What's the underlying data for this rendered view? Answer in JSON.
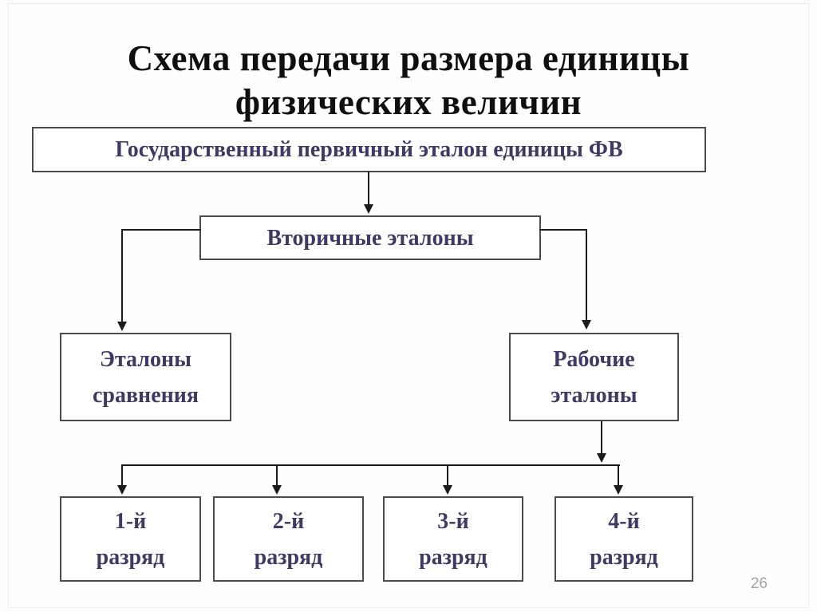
{
  "title": {
    "line1": "Схема передачи размера единицы",
    "line2": "физических величин"
  },
  "diagram": {
    "nodes": {
      "primary": {
        "label": "Государственный первичный эталон единицы ФВ"
      },
      "secondary": {
        "label": "Вторичные эталоны"
      },
      "comparison": {
        "line1": "Эталоны",
        "line2": "сравнения"
      },
      "working": {
        "line1": "Рабочие",
        "line2": "эталоны"
      },
      "rank1": {
        "line1": "1-й",
        "line2": "разряд"
      },
      "rank2": {
        "line1": "2-й",
        "line2": "разряд"
      },
      "rank3": {
        "line1": "3-й",
        "line2": "разряд"
      },
      "rank4": {
        "line1": "4-й",
        "line2": "разряд"
      }
    },
    "colors": {
      "box_text": "#3f3a63",
      "title_text": "#0f0f0f",
      "connector_line": "#1c1c1c",
      "box_border": "#4b4b4b",
      "page_number_text": "#a3a3a3",
      "background": "#fdfdfd"
    }
  },
  "page": {
    "number": "26"
  }
}
